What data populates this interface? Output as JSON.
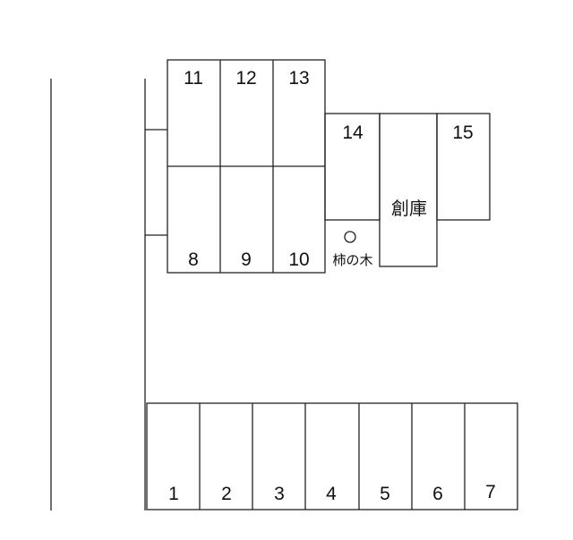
{
  "spaces_top_row": [
    "11",
    "12",
    "13"
  ],
  "spaces_middle_row": [
    "8",
    "9",
    "10"
  ],
  "space_14": "14",
  "space_15": "15",
  "warehouse_label": "創庫",
  "tree_label": "柿の木",
  "spaces_bottom_row": [
    "1",
    "2",
    "3",
    "4",
    "5",
    "6",
    "7"
  ]
}
